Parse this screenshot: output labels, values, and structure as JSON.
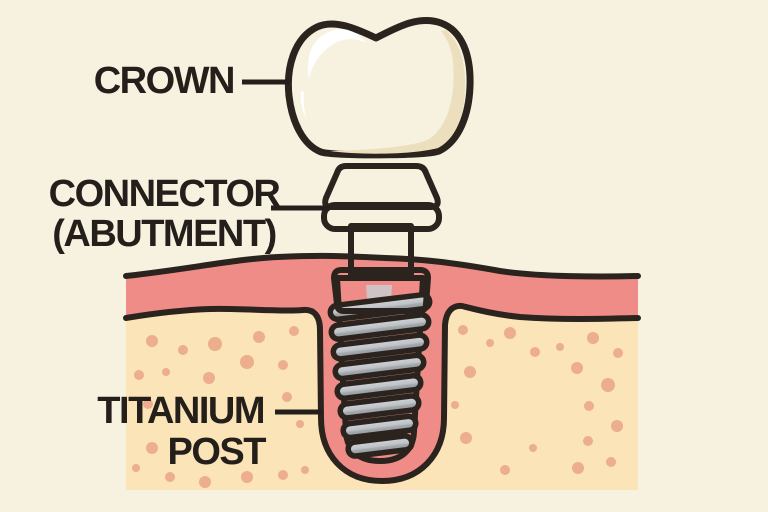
{
  "title": "Dental implant diagram",
  "labels": {
    "crown": "CROWN",
    "connector_line1": "CONNECTOR",
    "connector_line2": "(ABUTMENT)",
    "post_line1": "TITANIUM",
    "post_line2": "POST"
  },
  "colors": {
    "background": "#f7f1e0",
    "outline": "#2b241e",
    "text": "#241f1b",
    "crown_fill": "#f8eed3",
    "crown_shade": "#ecdfbd",
    "crown_highlight": "#ffffff",
    "gum": "#f08c87",
    "bone": "#fbe4b7",
    "bone_dot": "#ecae8d",
    "metal_light": "#cbcfd2",
    "metal_mid": "#aeb3b7",
    "metal_dark": "#7f848a"
  },
  "diagram": {
    "parts": [
      "crown",
      "connector-abutment",
      "titanium-post",
      "gum",
      "bone"
    ],
    "bone_dots": [
      [
        152,
        341,
        6
      ],
      [
        183,
        350,
        5
      ],
      [
        215,
        344,
        7
      ],
      [
        259,
        337,
        6
      ],
      [
        294,
        331,
        5
      ],
      [
        166,
        372,
        4
      ],
      [
        209,
        378,
        6
      ],
      [
        247,
        362,
        7
      ],
      [
        283,
        365,
        5
      ],
      [
        139,
        375,
        5
      ],
      [
        148,
        404,
        5
      ],
      [
        287,
        397,
        5
      ],
      [
        300,
        424,
        4
      ],
      [
        136,
        468,
        4
      ],
      [
        152,
        448,
        6
      ],
      [
        170,
        477,
        5
      ],
      [
        205,
        482,
        6
      ],
      [
        247,
        477,
        6
      ],
      [
        283,
        475,
        5
      ],
      [
        305,
        470,
        4
      ],
      [
        463,
        330,
        5
      ],
      [
        490,
        343,
        4
      ],
      [
        510,
        333,
        6
      ],
      [
        535,
        352,
        5
      ],
      [
        560,
        347,
        4
      ],
      [
        593,
        338,
        6
      ],
      [
        618,
        353,
        5
      ],
      [
        577,
        368,
        6
      ],
      [
        470,
        372,
        6
      ],
      [
        608,
        385,
        7
      ],
      [
        455,
        405,
        4
      ],
      [
        589,
        406,
        5
      ],
      [
        466,
        438,
        6
      ],
      [
        617,
        426,
        6
      ],
      [
        588,
        441,
        5
      ],
      [
        533,
        448,
        4
      ],
      [
        505,
        470,
        5
      ],
      [
        578,
        468,
        6
      ],
      [
        611,
        462,
        5
      ]
    ]
  }
}
